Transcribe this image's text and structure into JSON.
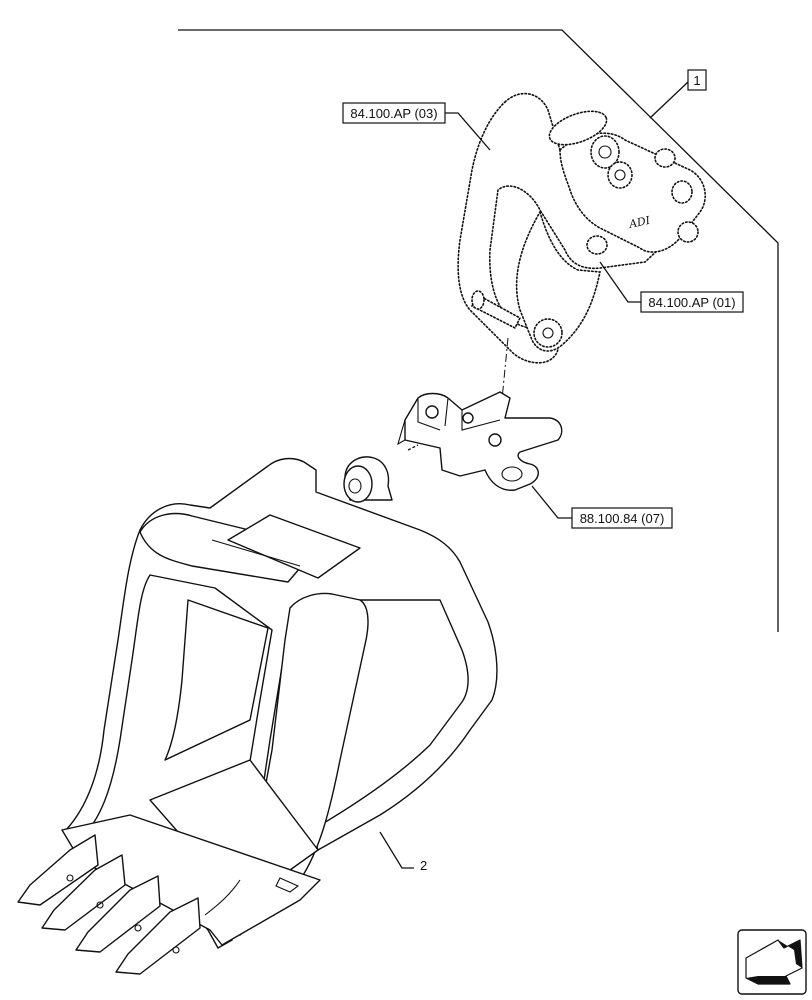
{
  "callouts": {
    "assembly_ref": "1",
    "bucket_ref": "2",
    "coupler_arm_ref": "84.100.AP (03)",
    "coupler_pin_ref": "84.100.AP (01)",
    "adapter_ref": "88.100.84 (07)",
    "coupler_logo": "ADI"
  },
  "nav": {
    "arrow_icon": "navigation-arrow-icon"
  }
}
